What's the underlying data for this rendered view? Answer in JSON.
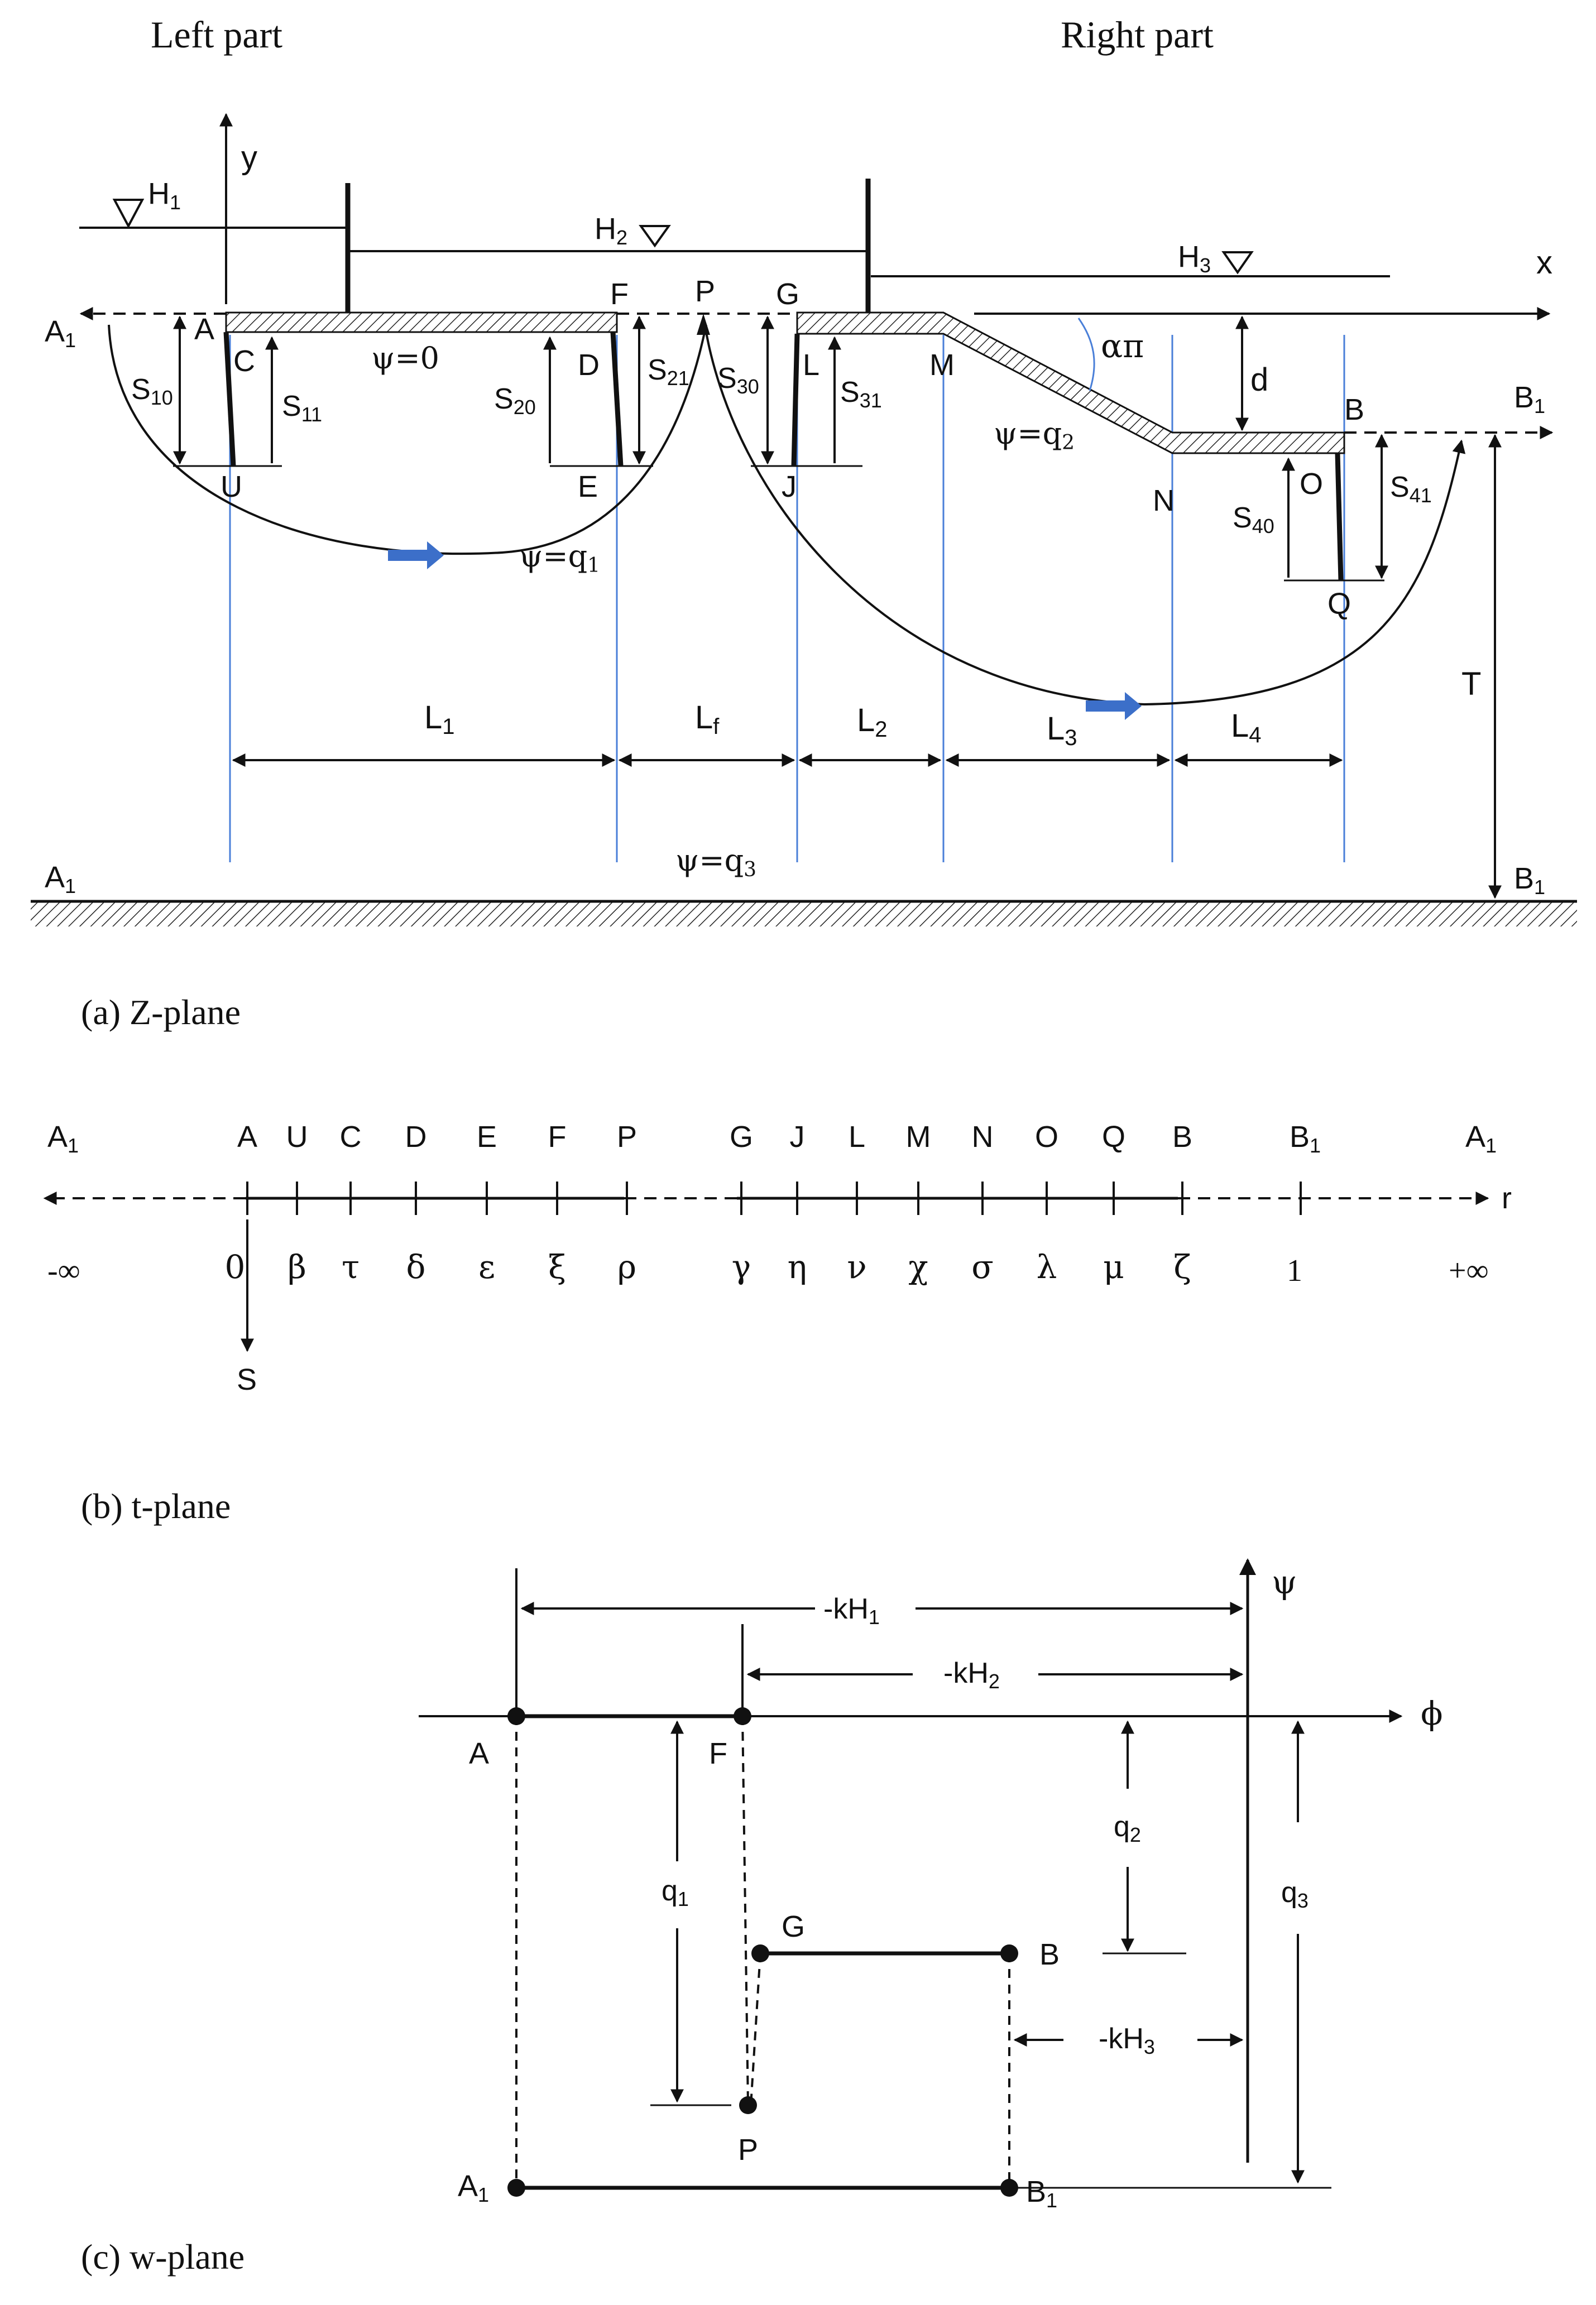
{
  "colors": {
    "ink": "#111111",
    "guide": "#4a7fd8",
    "arrow_fill": "#3c6fc9",
    "hatch": "#222222"
  },
  "zplane": {
    "left_part": "Left part",
    "right_part": "Right part",
    "caption": "(a)  Z-plane",
    "axis_y": "y",
    "axis_x": "x",
    "H1": "H",
    "H1_sub": "1",
    "H2": "H",
    "H2_sub": "2",
    "H3": "H",
    "H3_sub": "3",
    "A1_left": "A",
    "A1_left_sub": "1",
    "B1_right": "B",
    "B1_right_sub": "1",
    "A1_bottom": "A",
    "A1_bottom_sub": "1",
    "B1_bottom": "B",
    "B1_bottom_sub": "1",
    "A": "A",
    "C": "C",
    "D": "D",
    "E": "E",
    "F": "F",
    "P": "P",
    "G": "G",
    "L": "L",
    "J": "J",
    "M": "M",
    "N": "N",
    "O": "O",
    "Q": "Q",
    "B": "B",
    "U": "U",
    "psi0": "ψ=0",
    "psiq1": "ψ=q",
    "psiq1_sub": "1",
    "psiq2": "ψ=q",
    "psiq2_sub": "2",
    "psiq3": "ψ=q",
    "psiq3_sub": "3",
    "alpha_pi": "απ",
    "d": "d",
    "T": "T",
    "S10": "S",
    "S10_sub": "10",
    "S11": "S",
    "S11_sub": "11",
    "S20": "S",
    "S20_sub": "20",
    "S21": "S",
    "S21_sub": "21",
    "S30": "S",
    "S30_sub": "30",
    "S31": "S",
    "S31_sub": "31",
    "S40": "S",
    "S40_sub": "40",
    "S41": "S",
    "S41_sub": "41",
    "L1": "L",
    "L1_sub": "1",
    "Lf": "L",
    "Lf_sub": "f",
    "L2": "L",
    "L2_sub": "2",
    "L3": "L",
    "L3_sub": "3",
    "L4": "L",
    "L4_sub": "4"
  },
  "tplane": {
    "caption": "(b)  t-plane",
    "axis_r": "r",
    "axis_s": "S",
    "top_labels": [
      "A",
      "U",
      "C",
      "D",
      "E",
      "F",
      "P",
      "G",
      "J",
      "L",
      "M",
      "N",
      "O",
      "Q",
      "B"
    ],
    "bottom_labels": [
      "0",
      "β",
      "τ",
      "δ",
      "ε",
      "ξ",
      "ρ",
      "γ",
      "η",
      "ν",
      "χ",
      "σ",
      "λ",
      "μ",
      "ζ"
    ],
    "A1_left": "A",
    "A1_left_sub": "1",
    "B1": "B",
    "B1_sub": "1",
    "A1_right": "A",
    "A1_right_sub": "1",
    "minus_inf": "-∞",
    "one": "1",
    "plus_inf": "+∞"
  },
  "wplane": {
    "caption": "(c)  w-plane",
    "axis_psi": "ψ",
    "axis_phi": "ϕ",
    "kH1": "-kH",
    "kH1_sub": "1",
    "kH2": "-kH",
    "kH2_sub": "2",
    "kH3": "-kH",
    "kH3_sub": "3",
    "q1": "q",
    "q1_sub": "1",
    "q2": "q",
    "q2_sub": "2",
    "q3": "q",
    "q3_sub": "3",
    "A": "A",
    "F": "F",
    "G": "G",
    "B": "B",
    "P": "P",
    "A1": "A",
    "A1_sub": "1",
    "B1": "B",
    "B1_sub": "1"
  }
}
